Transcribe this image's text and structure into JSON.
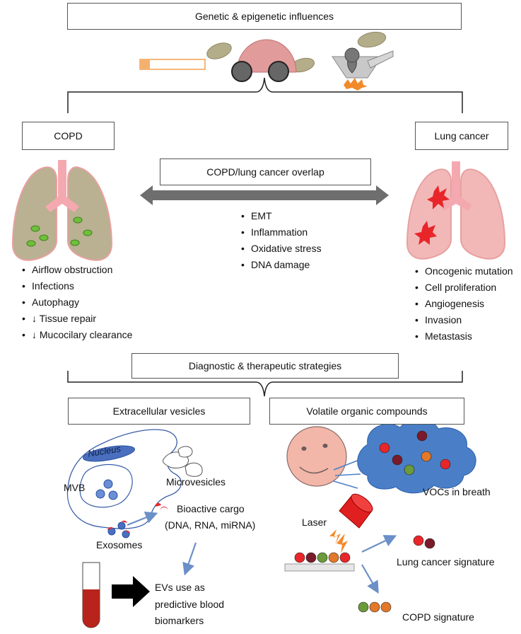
{
  "top": {
    "title": "Genetic & epigenetic influences"
  },
  "left": {
    "title": "COPD",
    "items": [
      "Airflow obstruction",
      "Infections",
      "Autophagy",
      "↓ Tissue repair",
      "↓ Mucocilary clearance"
    ]
  },
  "right": {
    "title": "Lung cancer",
    "items": [
      "Oncogenic mutation",
      "Cell proliferation",
      "Angiogenesis",
      "Invasion",
      "Metastasis"
    ]
  },
  "overlap": {
    "title": "COPD/lung cancer overlap",
    "items": [
      "EMT",
      "Inflammation",
      "Oxidative stress",
      "DNA damage"
    ]
  },
  "strategies": {
    "title": "Diagnostic & therapeutic strategies"
  },
  "ev": {
    "title": "Extracellular vesicles",
    "nucleus": "Nucleus",
    "mvb": "MVB",
    "microvesicles": "Microvesicles",
    "cargo_line1": "Bioactive cargo",
    "cargo_line2": "(DNA, RNA, miRNA)",
    "exosomes": "Exosomes",
    "biomarker_line1": "EVs use as",
    "biomarker_line2": "predictive blood",
    "biomarker_line3": "biomarkers"
  },
  "voc": {
    "title": "Volatile organic compounds",
    "breath": "VOCs in breath",
    "laser": "Laser",
    "lung_signature": "Lung cancer signature",
    "copd_signature": "COPD signature"
  },
  "colors": {
    "copd_lung": "#b9b191",
    "cancer_lung": "#f2b8b8",
    "lung_border": "#e8a0a0",
    "trachea": "#f4a9b0",
    "tumor": "#e8262a",
    "lesion": "#6fbf3a",
    "arrow_gray": "#6e6e6e",
    "arrow_blue": "#6b8fc7",
    "cloud": "#4a7fc8",
    "face": "#f2b7a8",
    "blood": "#b8231c",
    "laser": "#e02020"
  },
  "icons": [
    "cigarette-icon",
    "smoke-icon",
    "ventilator-person-icon",
    "stove-icon",
    "copd-lungs-icon",
    "cancer-lungs-icon",
    "cell-icon",
    "face-icon",
    "cloud-icon",
    "laser-icon",
    "blood-tube-icon"
  ]
}
